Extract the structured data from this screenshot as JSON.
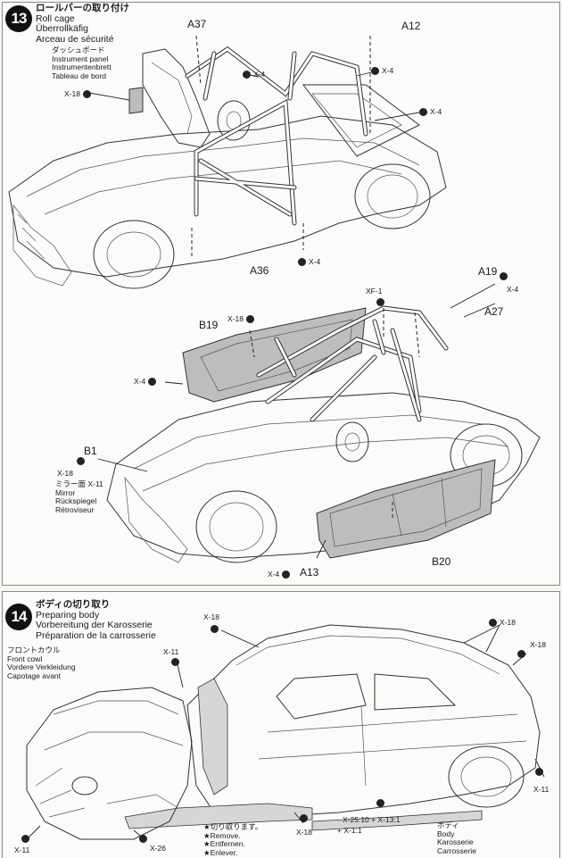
{
  "step13": {
    "number": "13",
    "title_jp": "ロールバーの取り付け",
    "title_en": "Roll cage",
    "title_de": "Überrollkäfig",
    "title_fr": "Arceau de sécurité",
    "instrument_panel": {
      "jp": "ダッシュボード",
      "en": "Instrument panel",
      "de": "Instrumentenbrett",
      "fr": "Tableau de bord"
    },
    "parts": {
      "a37": "A37",
      "a12": "A12",
      "a36": "A36",
      "a19": "A19",
      "a27": "A27",
      "b19": "B19",
      "b1": "B1",
      "a13": "A13",
      "b20": "B20",
      "xf1": "XF-1"
    },
    "screws": {
      "x4": "X-4",
      "x18": "X-18",
      "x11": "X-11"
    },
    "mirror": {
      "jp": "ミラー面",
      "en": "Mirror",
      "de": "Rückspiegel",
      "fr": "Rétroviseur"
    }
  },
  "step14": {
    "number": "14",
    "title_jp": "ボディの切り取り",
    "title_en": "Preparing body",
    "title_de": "Vorbereitung der Karosserie",
    "title_fr": "Préparation de la carrosserie",
    "front_cowl": {
      "jp": "フロントカウル",
      "en": "Front cowl",
      "de": "Vordere Verkleidung",
      "fr": "Capotage avant"
    },
    "body": {
      "jp": "ボディ",
      "en": "Body",
      "de": "Karosserie",
      "fr": "Carrosserie"
    },
    "remove": {
      "jp": "★切り取ります。",
      "en": "★Remove.",
      "de": "★Entfernen.",
      "fr": "★Enlever."
    },
    "screws": {
      "x18": "X-18",
      "x11": "X-11",
      "x26": "X-26",
      "formula1": "X-25:10 + X-13:1",
      "formula2": "+ X-1:1"
    }
  }
}
